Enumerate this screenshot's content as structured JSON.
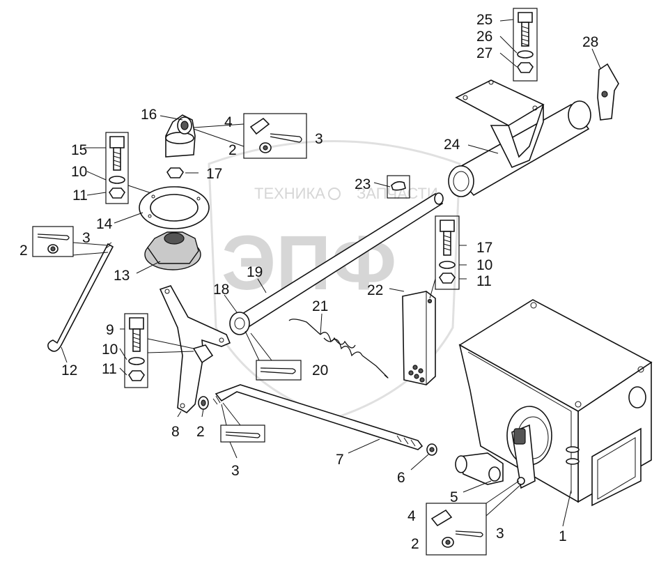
{
  "watermark": {
    "text_left": "ТЕХНИКА",
    "text_right": "ЗАПЧАСТИ",
    "logo": "ЭПФ"
  },
  "labels": {
    "l1": "1",
    "l2a": "2",
    "l2b": "2",
    "l2c": "2",
    "l2d": "2",
    "l3a": "3",
    "l3b": "3",
    "l3c": "3",
    "l3d": "3",
    "l4a": "4",
    "l4b": "4",
    "l5": "5",
    "l6": "6",
    "l7": "7",
    "l8": "8",
    "l9": "9",
    "l10a": "10",
    "l10b": "10",
    "l10c": "10",
    "l11a": "11",
    "l11b": "11",
    "l11c": "11",
    "l12": "12",
    "l13": "13",
    "l14": "14",
    "l15": "15",
    "l16": "16",
    "l17a": "17",
    "l17b": "17",
    "l18": "18",
    "l19": "19",
    "l20": "20",
    "l21": "21",
    "l22": "22",
    "l23": "23",
    "l24": "24",
    "l25": "25",
    "l26": "26",
    "l27": "27",
    "l28": "28"
  }
}
